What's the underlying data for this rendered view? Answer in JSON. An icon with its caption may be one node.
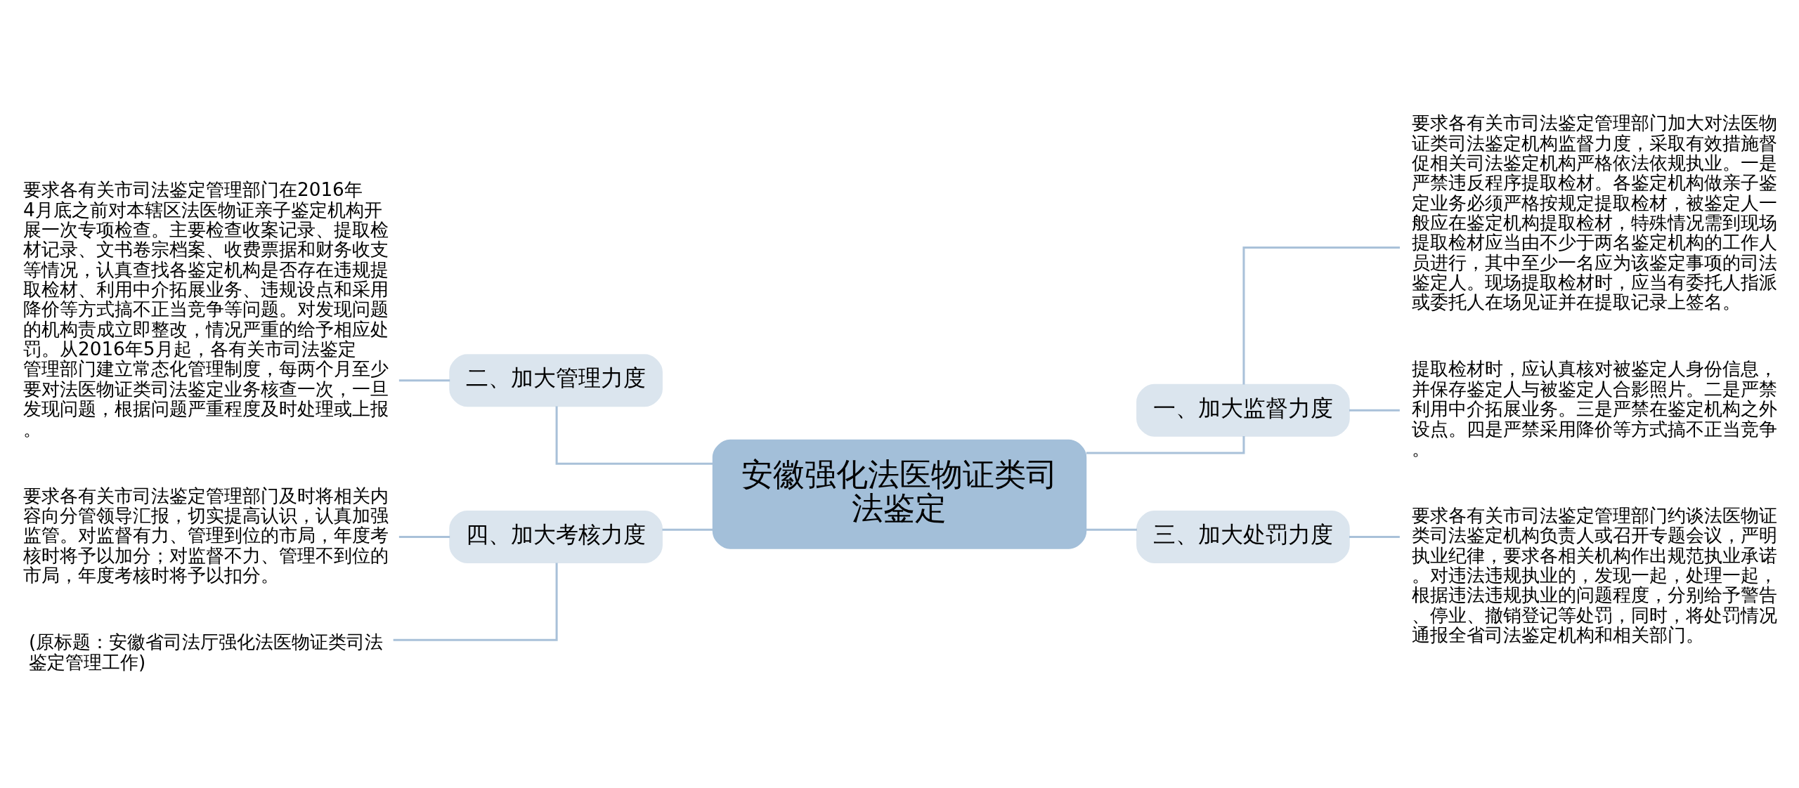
{
  "diagram": {
    "nodes": [
      {
        "text": [
          "安徽强化法医物证类司法鉴定"
        ]
      },
      {
        "text": [
          "一、加大监督力度"
        ]
      },
      {
        "text": [
          "要求各有关市司法鉴定管理部门加大对法医物证类司法鉴定机构监督力度，采取有效措施督促相关司法鉴定机构严格依法依规执业。一是严禁违反程序提取检材。各鉴定机构做亲子鉴定业务必须严格按规定提取检材，被鉴定人一般应在鉴定机构提取检材，特殊情况需到现场提取检材应当由不少于两名鉴定机构的工作人员进行，其中至少一名应为该鉴定事项的司法鉴定人。现场提取检材时，应当有委托人指派或委托人在场见证并在提取记录上签名。"
        ]
      },
      {
        "text": [
          "提取检材时，应认真核对被鉴定人身份信息，并保存鉴定人与被鉴定人合影照片。二是严禁利用中介拓展业务。三是严禁在鉴定机构之外设点。四是严禁采用降价等方式搞不正当竞争。"
        ]
      },
      {
        "text": [
          "三、加大处罚力度"
        ]
      },
      {
        "text": [
          "要求各有关市司法鉴定管理部门约谈法医物证类司法鉴定机构负责人或召开专题会议，严明执业纪律，要求各相关机构作出规范执业承诺。对违法违规执业的，发现一起，处理一起，根据违法违规执业的问题程度，分别给予警告、停业、撤销登记等处罚，同时，将处罚情况通报全省司法鉴定机构和相关部门。"
        ]
      },
      {
        "text": [
          "二、加大管理力度"
        ]
      },
      {
        "text": [
          "要求各有关市司法鉴定管理部门在2016年4月底之前对本辖区法医物证亲子鉴定机构开展一次专项检查。主要检查收案记录、提取检材记录、文书卷宗档案、收费票据和财务收支等情况，认真查找各鉴定机构是否存在违规提取检材、利用中介拓展业务、违规设点和采用降价等方式搞不正当竞争等问题。对发现问题的机构责成立即整改，情况严重的给予相应处罚。从2016年5月起，各有关市司法鉴定管理部门建立常态化管理制度，每两个月至少要对法医物证类司法鉴定业务核查一次，一旦发现问题，根据问题严重程度及时处理或上报。"
        ]
      },
      {
        "text": [
          "四、加大考核力度"
        ]
      },
      {
        "text": [
          "要求各有关市司法鉴定管理部门及时将相关内容向分管领导汇报，切实提高认识，认真加强监管。对监督有力、管理到位的市局，年度考核时将予以加分；对监督不力、管理不到位的市局，年度考核时将予以扣分。"
        ]
      },
      {
        "text": [
          "(原标题：安徽省司法厅强化法医物证类司法鉴定管理工作)"
        ]
      }
    ],
    "edges": [
      {
        "from": 0,
        "to": 1,
        "arrow": "none"
      },
      {
        "from": 1,
        "to": 2,
        "arrow": "none"
      },
      {
        "from": 1,
        "to": 3,
        "arrow": "none"
      },
      {
        "from": 0,
        "to": 4,
        "arrow": "none"
      },
      {
        "from": 4,
        "to": 5,
        "arrow": "none"
      },
      {
        "from": 0,
        "to": 6,
        "arrow": "none"
      },
      {
        "from": 6,
        "to": 7,
        "arrow": "none"
      },
      {
        "from": 0,
        "to": 8,
        "arrow": "none"
      },
      {
        "from": 8,
        "to": 9,
        "arrow": "none"
      },
      {
        "from": 8,
        "to": 10,
        "arrow": "none"
      }
    ]
  }
}
